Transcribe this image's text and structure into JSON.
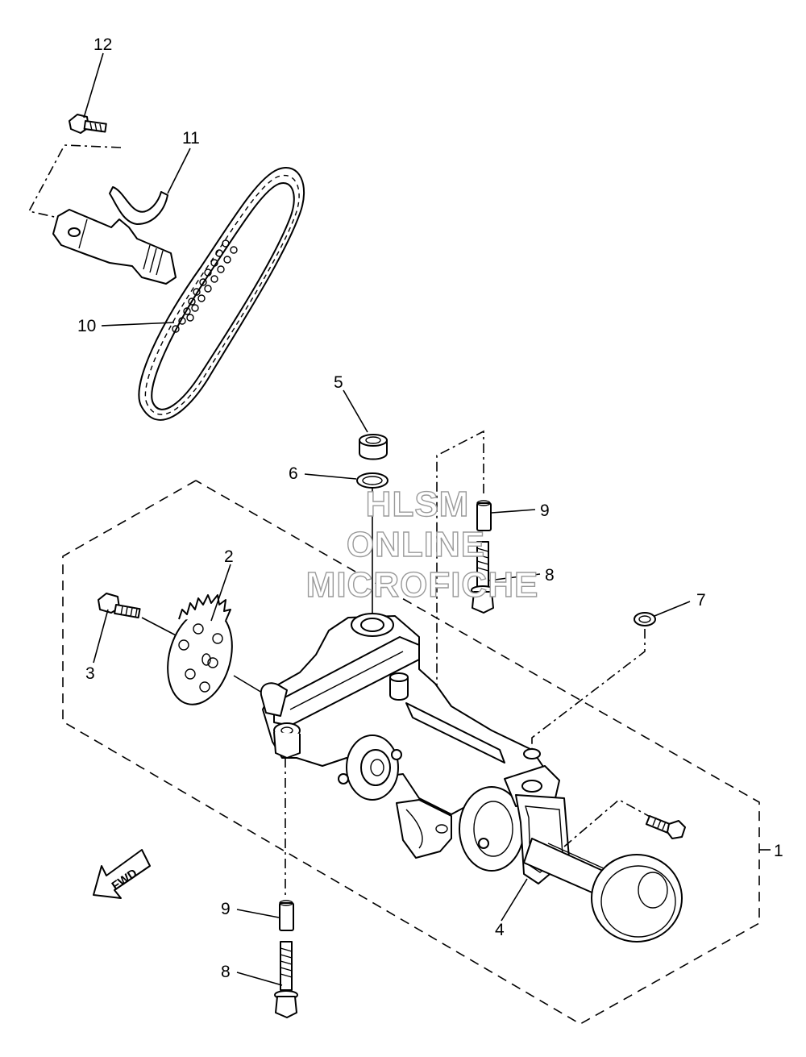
{
  "diagram": {
    "callouts": [
      "1",
      "2",
      "3",
      "4",
      "5",
      "6",
      "7",
      "8",
      "8",
      "9",
      "9",
      "10",
      "11",
      "12"
    ],
    "fwd_label": "FWD",
    "watermark": [
      "HLSM",
      "ONLINE",
      "MICROFICHE"
    ]
  }
}
